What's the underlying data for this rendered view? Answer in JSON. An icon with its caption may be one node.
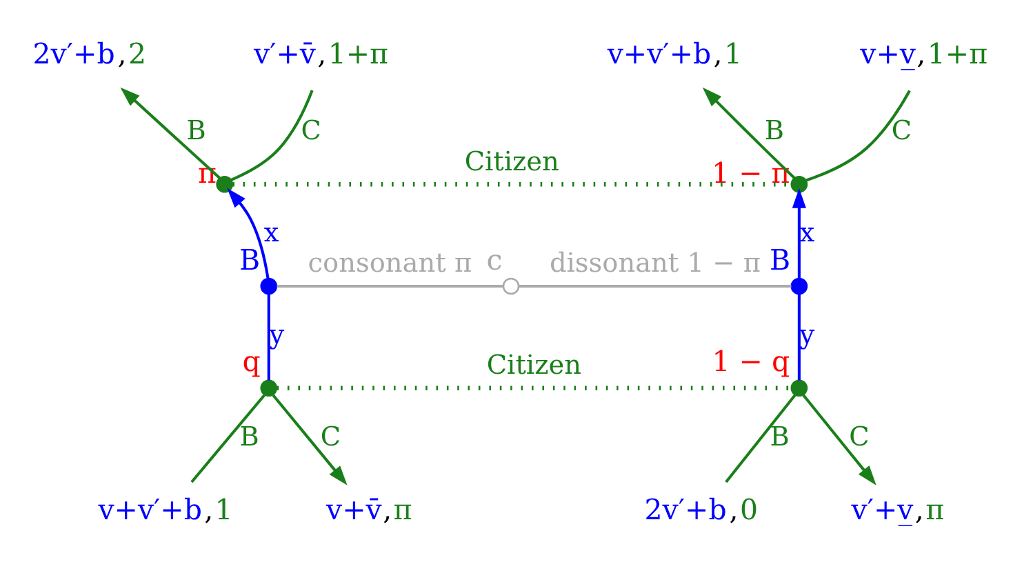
{
  "diagram": {
    "nodes": [
      {
        "text": [
          "2v′+b,2"
        ]
      },
      {
        "text": [
          "v′+v̄,1+π"
        ]
      },
      {
        "text": [
          "v+v′+b,1"
        ]
      },
      {
        "text": [
          "v+v̲,1+π"
        ]
      },
      {
        "text": [],
        "shape": "circle",
        "beside": [
          "π"
        ]
      },
      {
        "text": [],
        "shape": "circle",
        "beside": [
          "1 − π"
        ]
      },
      {
        "text": [],
        "shape": "circle",
        "beside": [
          "B"
        ]
      },
      {
        "text": [],
        "shape": "circle",
        "beside": [
          "c"
        ]
      },
      {
        "text": [],
        "shape": "circle",
        "beside": [
          "B"
        ]
      },
      {
        "text": [],
        "shape": "circle",
        "beside": [
          "q"
        ]
      },
      {
        "text": [],
        "shape": "circle",
        "beside": [
          "1 − q"
        ]
      },
      {
        "text": [
          "v+v′+b,1"
        ]
      },
      {
        "text": [
          "v+v̄,π"
        ]
      },
      {
        "text": [
          "2v′+b,0"
        ]
      },
      {
        "text": [
          "v′+v̲,π"
        ]
      }
    ],
    "edges": [
      {
        "from": 7,
        "to": 6,
        "arrow": "none",
        "label": "consonant π",
        "color": "#aaaaaa"
      },
      {
        "from": 7,
        "to": 8,
        "arrow": "none",
        "label": "dissonant 1 − π",
        "color": "#aaaaaa"
      },
      {
        "from": 6,
        "to": 4,
        "arrow": "to",
        "label": "x",
        "color": "#0000ff"
      },
      {
        "from": 6,
        "to": 9,
        "arrow": "none",
        "label": "y",
        "color": "#0000ff"
      },
      {
        "from": 8,
        "to": 5,
        "arrow": "to",
        "label": "x",
        "color": "#0000ff"
      },
      {
        "from": 8,
        "to": 10,
        "arrow": "none",
        "label": "y",
        "color": "#0000ff"
      },
      {
        "from": 4,
        "to": 0,
        "arrow": "to",
        "label": "B"
      },
      {
        "from": 4,
        "to": 1,
        "arrow": "none",
        "label": "C"
      },
      {
        "from": 5,
        "to": 2,
        "arrow": "to",
        "label": "B"
      },
      {
        "from": 5,
        "to": 3,
        "arrow": "none",
        "label": "C"
      },
      {
        "from": 9,
        "to": 11,
        "arrow": "none",
        "label": "B"
      },
      {
        "from": 9,
        "to": 12,
        "arrow": "to",
        "label": "C"
      },
      {
        "from": 10,
        "to": 13,
        "arrow": "none",
        "label": "B"
      },
      {
        "from": 10,
        "to": 14,
        "arrow": "to",
        "label": "C"
      },
      {
        "from": 4,
        "to": 5,
        "arrow": "none",
        "label": "Citizen",
        "style": "dashed"
      },
      {
        "from": 9,
        "to": 10,
        "arrow": "none",
        "label": "Citizen",
        "style": "dashed"
      }
    ]
  }
}
